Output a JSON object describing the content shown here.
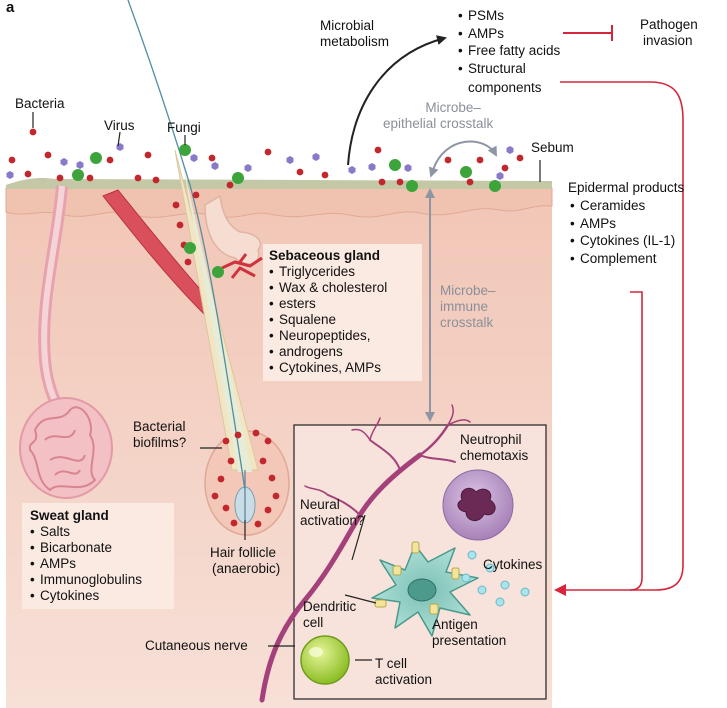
{
  "panel_letter": "a",
  "microbes": {
    "bacteria": "Bacteria",
    "virus": "Virus",
    "fungi": "Fungi"
  },
  "microbial_metabolism": [
    "Microbial",
    "metabolism"
  ],
  "metabolites": [
    "PSMs",
    "AMPs",
    "Free fatty acids",
    "Structural",
    "components"
  ],
  "pathogen_invasion": [
    "Pathogen",
    "invasion"
  ],
  "epithelial_crosstalk": [
    "Microbe–",
    "epithelial crosstalk"
  ],
  "sebum": "Sebum",
  "epidermal": {
    "title": "Epidermal products",
    "items": [
      "Ceramides",
      "AMPs",
      "Cytokines (IL-1)",
      "Complement"
    ]
  },
  "sebaceous": {
    "title": "Sebaceous gland",
    "items": [
      "Triglycerides",
      "Wax & cholesterol",
      "esters",
      "Squalene",
      "Neuropeptides,",
      "androgens",
      "Cytokines, AMPs"
    ]
  },
  "immune_crosstalk": [
    "Microbe–",
    "immune",
    "crosstalk"
  ],
  "biofilms": [
    "Bacterial",
    "biofilms?"
  ],
  "hair_follicle": [
    "Hair follicle",
    "(anaerobic)"
  ],
  "sweat": {
    "title": "Sweat gland",
    "items": [
      "Salts",
      "Bicarbonate",
      "AMPs",
      "Immunoglobulins",
      "Cytokines"
    ]
  },
  "neutrophil": [
    "Neutrophil",
    "chemotaxis"
  ],
  "neural": [
    "Neural",
    "activation?"
  ],
  "cytokines": "Cytokines",
  "dendritic": [
    "Dendritic",
    "cell"
  ],
  "antigen": [
    "Antigen",
    "presentation"
  ],
  "cutaneous_nerve": "Cutaneous nerve",
  "tcell": [
    "T cell",
    "activation"
  ],
  "colors": {
    "bacteria": "#c1272d",
    "virus": "#8a78c9",
    "fungi": "#3ca43a",
    "skin": "#f4cdbc",
    "dermis": "#f3d6cb",
    "surface": "#c5c8a9",
    "arrow_red": "#d6253c",
    "crosstalk": "#8e95a3",
    "nerve": "#a4407a"
  }
}
